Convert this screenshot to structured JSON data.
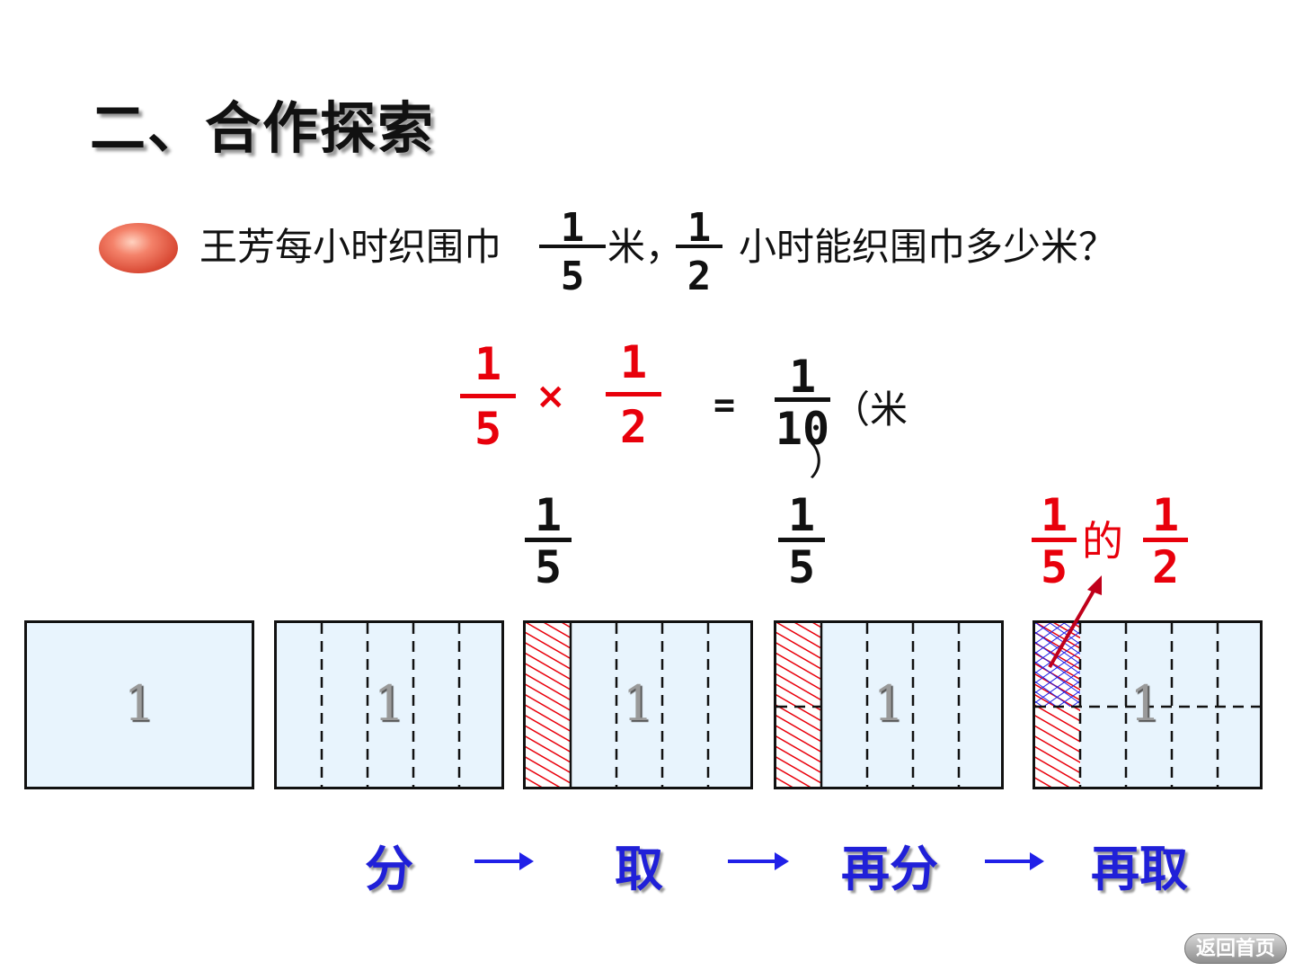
{
  "title": "二、合作探索",
  "question": {
    "part1": "王芳每小时织围巾",
    "frac1": {
      "num": "1",
      "den": "5"
    },
    "part2": "米，",
    "frac2": {
      "num": "1",
      "den": "2"
    },
    "part3": "小时能织围巾多少米？"
  },
  "equation": {
    "a": {
      "num": "1",
      "den": "5"
    },
    "op": "×",
    "b": {
      "num": "1",
      "den": "2"
    },
    "eq": "=",
    "result": {
      "num": "1",
      "den": "10"
    },
    "unit_open": "（米",
    "unit_close": "）"
  },
  "fifth_labels": [
    {
      "num": "1",
      "den": "5"
    },
    {
      "num": "1",
      "den": "5"
    }
  ],
  "final_label": {
    "a": {
      "num": "1",
      "den": "5"
    },
    "word": "的",
    "b": {
      "num": "1",
      "den": "2"
    }
  },
  "boxes": [
    "1",
    "1",
    "1",
    "1",
    "1"
  ],
  "steps": [
    "分",
    "取",
    "再分",
    "再取"
  ],
  "home_button": "返回首页",
  "colors": {
    "accent_red": "#e8000b",
    "step_blue": "#2020d8",
    "box_fill": "#e8f4fd"
  }
}
